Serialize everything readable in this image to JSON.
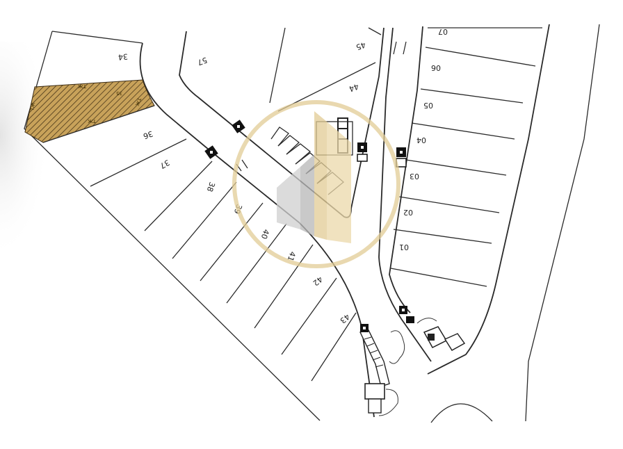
{
  "colors": {
    "line": "#2a2a2a",
    "highlight_fill": "#c8a25a",
    "highlight_hatch": "#3a2a12",
    "watermark": "#e2cc95"
  },
  "highlighted_lot": {
    "labels": [
      "ТЖ",
      "35",
      "ТЖ",
      "ТЖ",
      "ТЖ"
    ]
  },
  "lots": {
    "l01": "01",
    "l02": "02",
    "l03": "03",
    "l04": "04",
    "l05": "05",
    "l06": "06",
    "l07": "07",
    "l34": "34",
    "l36": "36",
    "l37": "37",
    "l38": "38",
    "l39": "39",
    "l40": "40",
    "l41": "41",
    "l42": "42",
    "l43": "43",
    "l44": "44",
    "l45": "45",
    "l57": "57"
  },
  "icons": {
    "watermark": "building-logo-watermark",
    "lamp": "street-lamp-icon"
  }
}
